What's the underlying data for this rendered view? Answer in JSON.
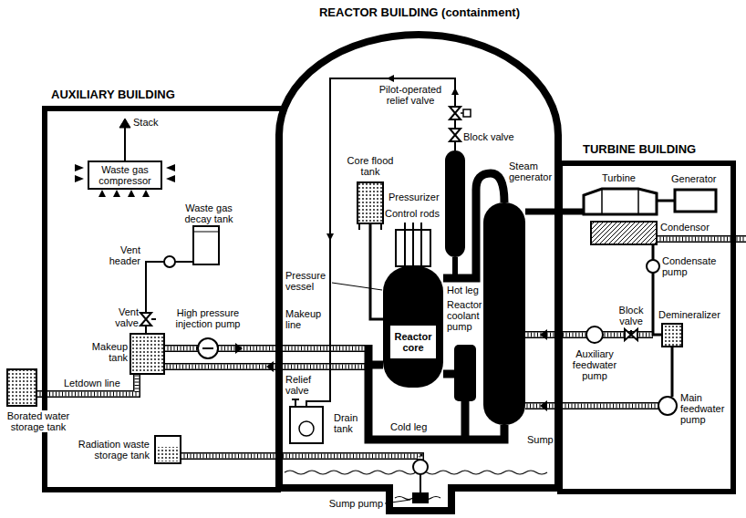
{
  "diagram": {
    "nodes": [
      {
        "text": [
          "REACTOR BUILDING (containment)"
        ]
      },
      {
        "text": [
          "AUXILIARY BUILDING"
        ]
      },
      {
        "text": [
          "TURBINE BUILDING"
        ]
      },
      {
        "text": [
          "Waste gas compressor"
        ],
        "in": 1
      },
      {
        "text": [
          "Reactor core"
        ],
        "in": 0
      }
    ],
    "labels": [
      "Stack",
      "Waste gas decay tank",
      "Vent header",
      "Vent valve",
      "High pressure injection pump",
      "Makeup tank",
      "Letdown line",
      "Borated water storage tank",
      "Radiation waste storage tank",
      "Pilot-operated relief valve",
      "Block valve",
      "Core flood tank",
      "Pressurizer",
      "Control rods",
      "Steam generator",
      "Pressure vessel",
      "Makeup line",
      "Hot leg",
      "Reactor coolant pump",
      "Relief valve",
      "Drain tank",
      "Cold leg",
      "Sump",
      "Sump pump",
      "Turbine",
      "Generator",
      "Condensor",
      "Condensate pump",
      "Block valve",
      "Demineralizer",
      "Auxiliary feedwater pump",
      "Main feedwater pump"
    ]
  }
}
